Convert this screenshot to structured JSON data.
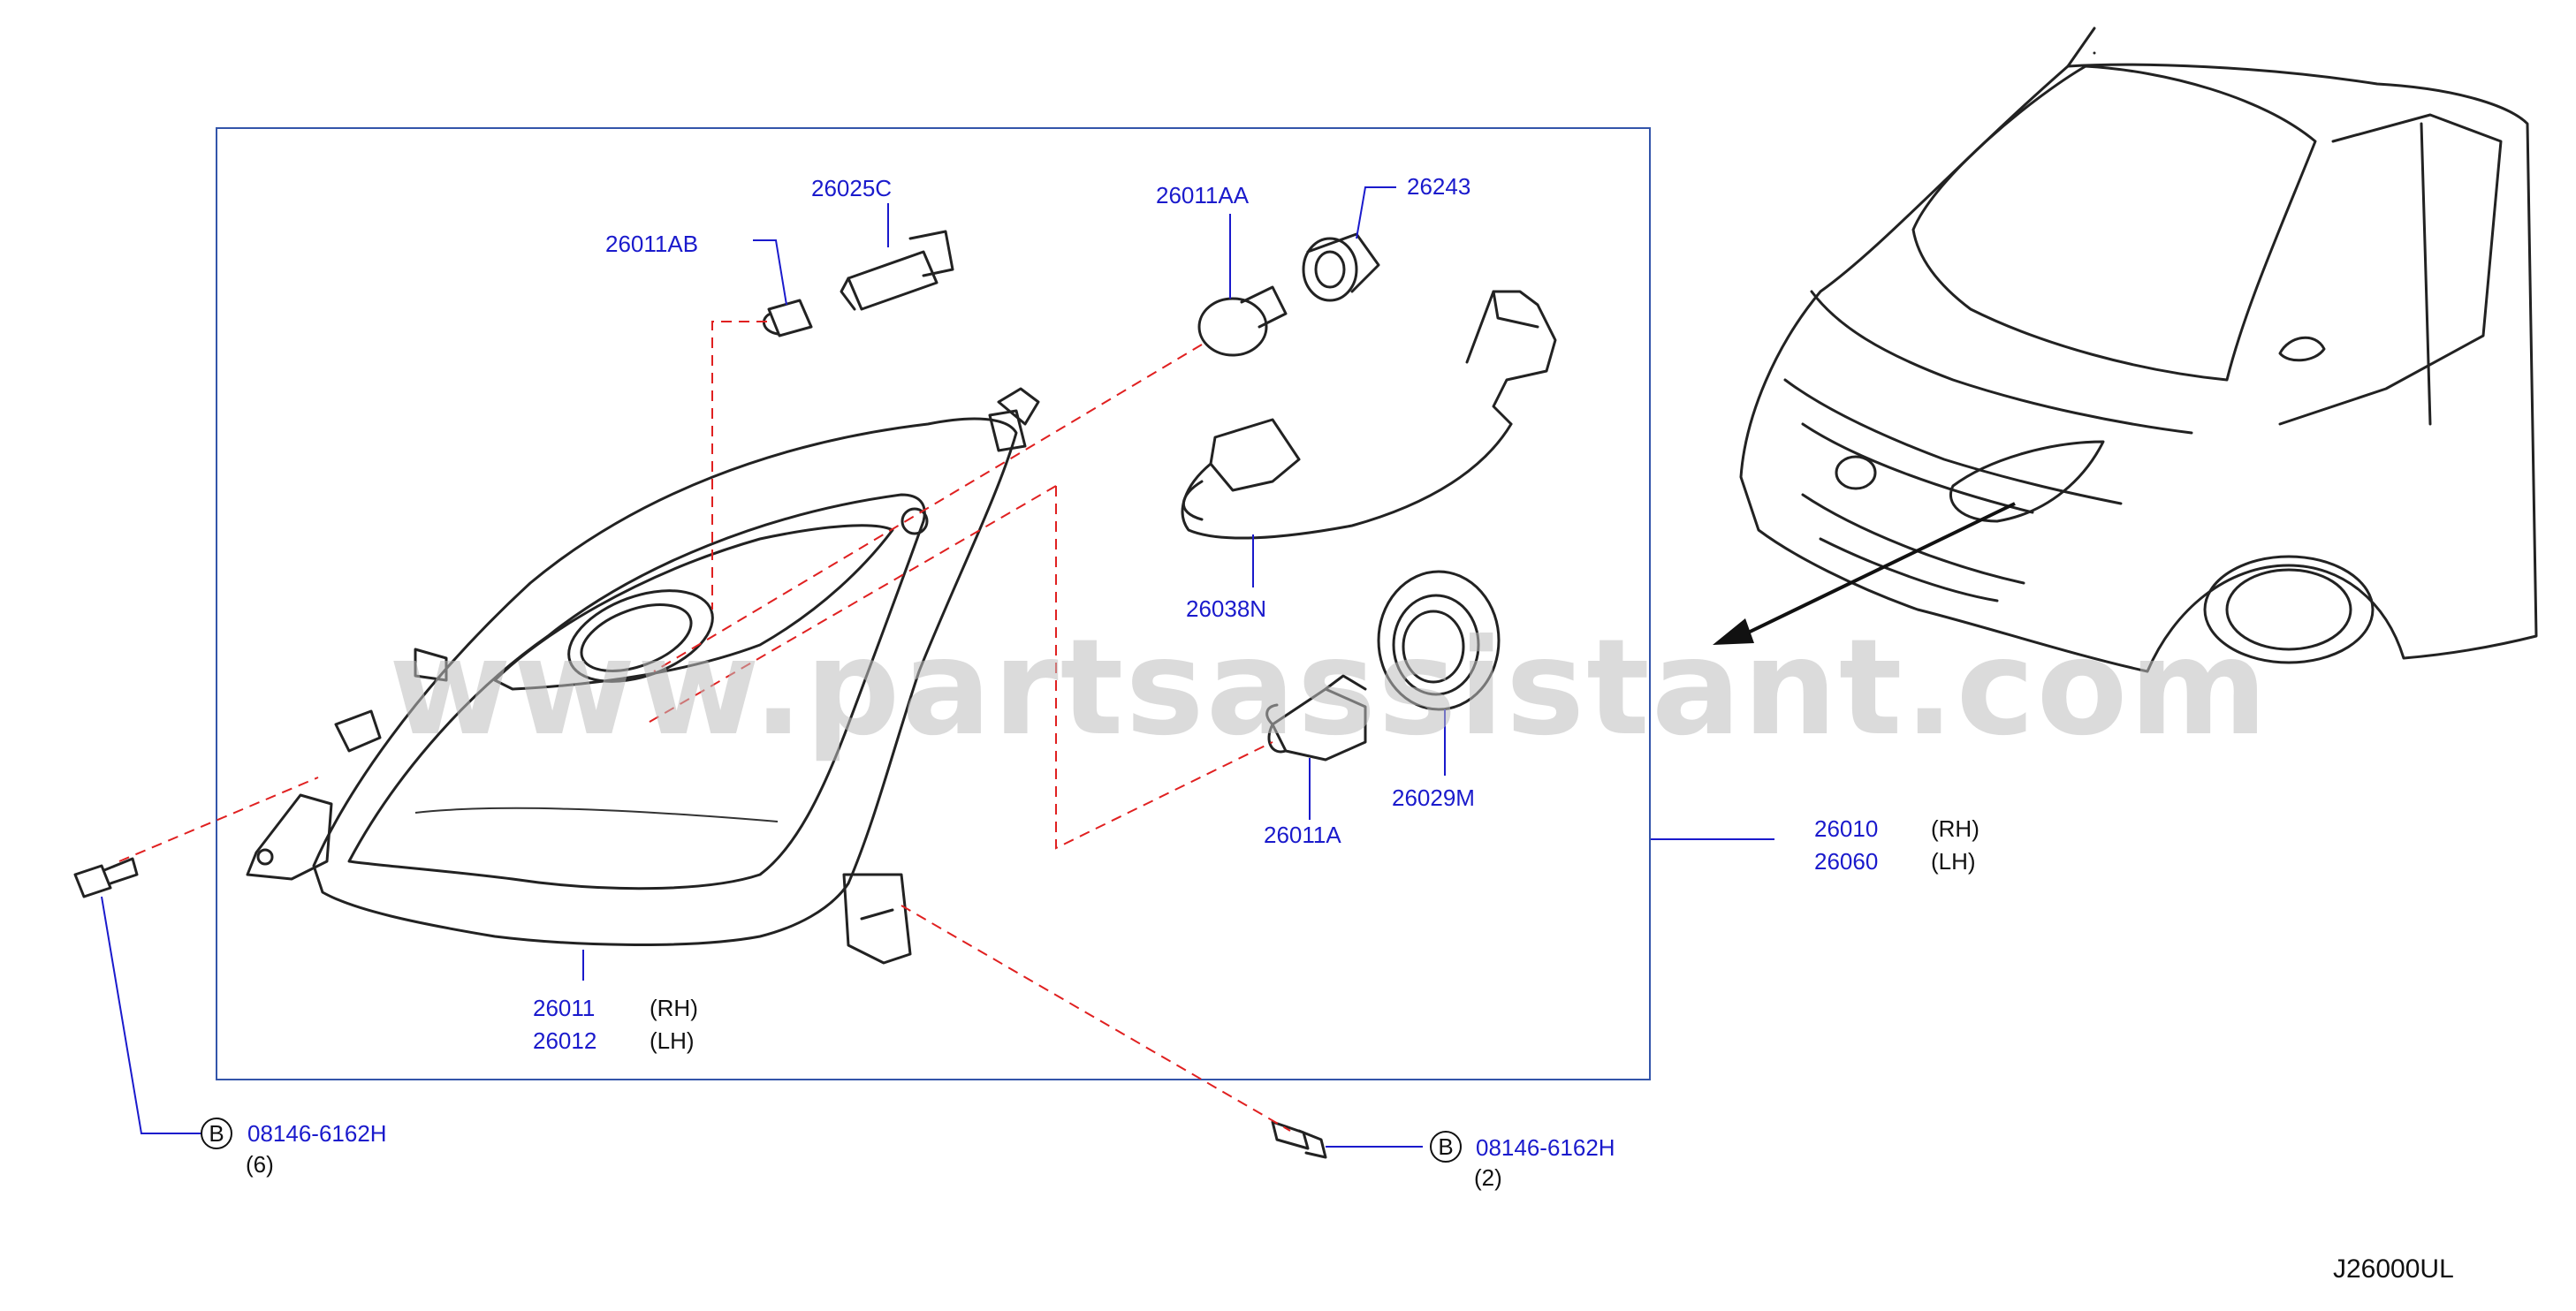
{
  "labels": {
    "bulb_26011AB": "26011AB",
    "socket_26025C": "26025C",
    "bulb_26011AA": "26011AA",
    "socket_26243": "26243",
    "harness_26038N": "26038N",
    "cap_26029M": "26029M",
    "bulb_26011A": "26011A",
    "housing_rh_no": "26011",
    "housing_rh_side": "(RH)",
    "housing_lh_no": "26012",
    "housing_lh_side": "(LH)",
    "assy_rh_no": "26010",
    "assy_rh_side": "(RH)",
    "assy_lh_no": "26060",
    "assy_lh_side": "(LH)",
    "bolt_left_code": "08146-6162H",
    "bolt_left_qty": "(6)",
    "bolt_right_code": "08146-6162H",
    "bolt_right_qty": "(2)",
    "bolt_marker": "B",
    "diagram_code": "J26000UL"
  },
  "watermark": "www.partsassistant.com",
  "colors": {
    "callout": "#1a1acc",
    "frame": "#3355aa",
    "dashed_line": "#e02020",
    "watermark": "#bdbdbd"
  }
}
